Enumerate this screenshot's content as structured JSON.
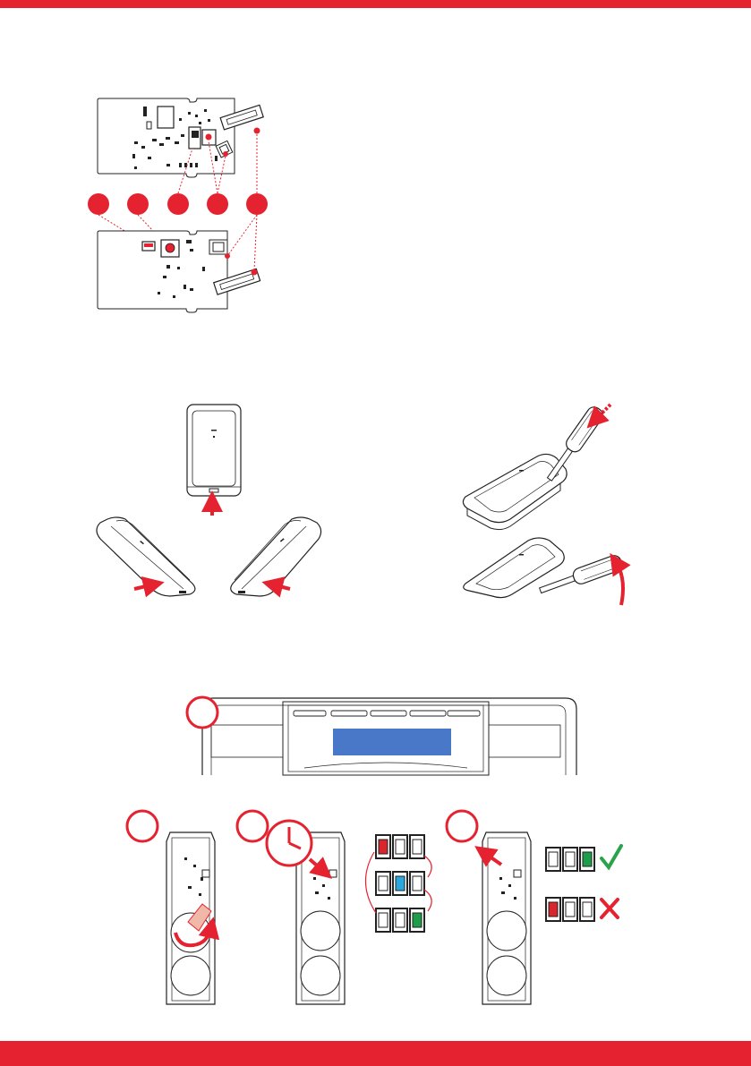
{
  "colors": {
    "brand_red": "#e52330",
    "line": "#222222",
    "display_blue": "#4a78c8",
    "led_red": "#d7262d",
    "led_blue": "#2aa7de",
    "led_green": "#1f9e4a",
    "check_green": "#2aa34a",
    "cross_red": "#e52330"
  },
  "icons": {
    "ok": "check-mark-icon",
    "fail": "cross-mark-icon",
    "timer": "clock-icon"
  },
  "led_sequence": [
    [
      "red",
      "off",
      "off"
    ],
    [
      "off",
      "blue",
      "off"
    ],
    [
      "off",
      "off",
      "green"
    ]
  ],
  "led_results": [
    {
      "leds": [
        "off",
        "off",
        "green"
      ],
      "result": "ok"
    },
    {
      "leds": [
        "red",
        "off",
        "off"
      ],
      "result": "fail"
    }
  ]
}
